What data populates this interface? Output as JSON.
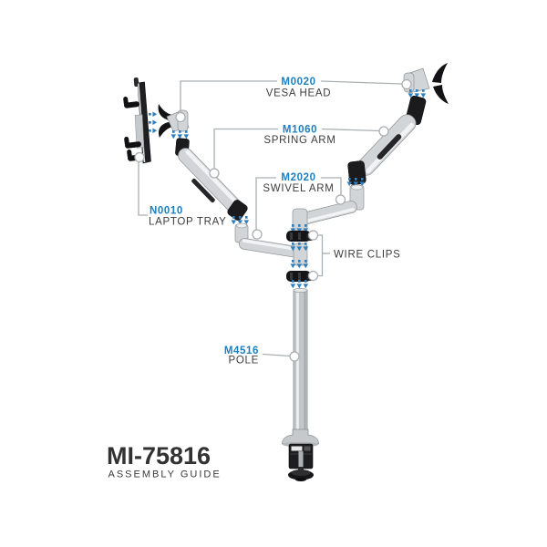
{
  "diagram": {
    "product_labels": {
      "vesa_head": {
        "code": "M0020",
        "name": "VESA HEAD"
      },
      "spring_arm": {
        "code": "M1060",
        "name": "SPRING ARM"
      },
      "swivel_arm": {
        "code": "M2020",
        "name": "SWIVEL ARM"
      },
      "laptop_tray": {
        "code": "N0010",
        "name": "LAPTOP TRAY"
      },
      "wire_clips": {
        "name": "WIRE CLIPS"
      },
      "pole": {
        "code": "M4516",
        "name": "POLE"
      }
    },
    "title": {
      "model": "MI-75816",
      "subtitle": "ASSEMBLY GUIDE"
    },
    "colors": {
      "part_code_blue": "#1c7fc0",
      "label_text_gray": "#3d3d3d",
      "leader_line_gray": "#abafb2",
      "arrow_blue": "#2f7fbe",
      "silver": "#d2d5d7",
      "black_part": "#1b1b1d"
    }
  }
}
